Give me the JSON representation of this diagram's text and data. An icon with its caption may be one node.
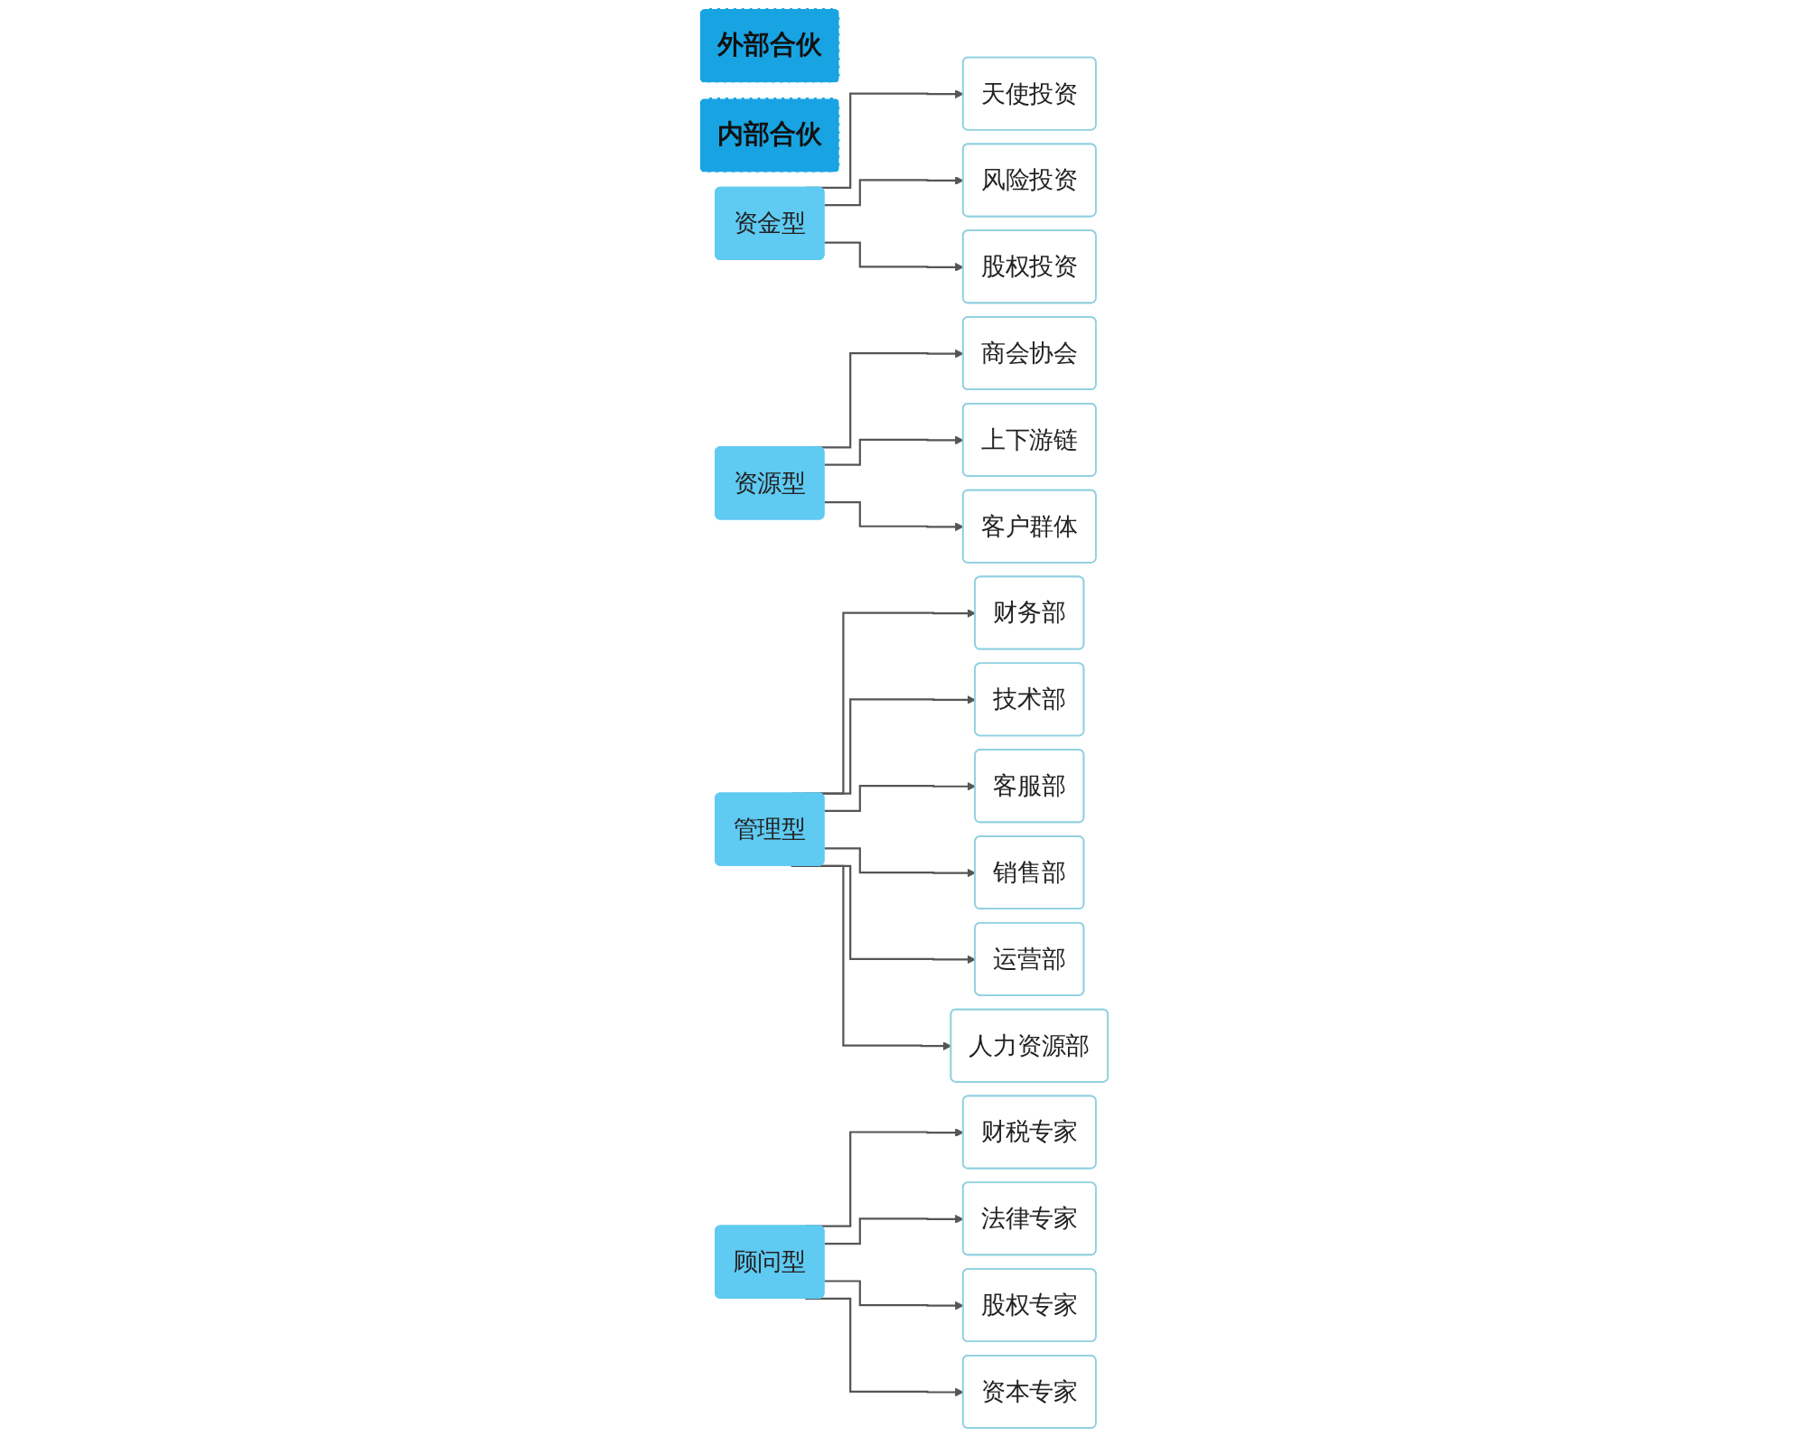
{
  "diagram": {
    "nodes": [
      {
        "text": [
          "外部合伙"
        ]
      },
      {
        "text": [
          "内部合伙"
        ]
      },
      {
        "text": [
          "资金型"
        ]
      },
      {
        "text": [
          "资源型"
        ]
      },
      {
        "text": [
          "管理型"
        ]
      },
      {
        "text": [
          "顾问型"
        ]
      },
      {
        "text": [
          "天使投资"
        ]
      },
      {
        "text": [
          "风险投资"
        ]
      },
      {
        "text": [
          "股权投资"
        ]
      },
      {
        "text": [
          "商会协会"
        ]
      },
      {
        "text": [
          "上下游链"
        ]
      },
      {
        "text": [
          "客户群体"
        ]
      },
      {
        "text": [
          "财税专家"
        ]
      },
      {
        "text": [
          "法律专家"
        ]
      },
      {
        "text": [
          "股权专家"
        ]
      },
      {
        "text": [
          "资本专家"
        ]
      },
      {
        "text": [
          "财务部"
        ]
      },
      {
        "text": [
          "技术部"
        ]
      },
      {
        "text": [
          "客服部"
        ]
      },
      {
        "text": [
          "销售部"
        ]
      },
      {
        "text": [
          "运营部"
        ]
      },
      {
        "text": [
          "人力资源部"
        ]
      }
    ],
    "edges": [
      {
        "from": 2,
        "to": 6,
        "arrow": "to"
      },
      {
        "from": 2,
        "to": 7,
        "arrow": "to"
      },
      {
        "from": 2,
        "to": 8,
        "arrow": "to"
      },
      {
        "from": 3,
        "to": 9,
        "arrow": "to"
      },
      {
        "from": 3,
        "to": 10,
        "arrow": "to"
      },
      {
        "from": 3,
        "to": 11,
        "arrow": "to"
      },
      {
        "from": 4,
        "to": 16,
        "arrow": "to"
      },
      {
        "from": 4,
        "to": 17,
        "arrow": "to"
      },
      {
        "from": 4,
        "to": 18,
        "arrow": "to"
      },
      {
        "from": 4,
        "to": 19,
        "arrow": "to"
      },
      {
        "from": 4,
        "to": 20,
        "arrow": "to"
      },
      {
        "from": 4,
        "to": 21,
        "arrow": "to"
      },
      {
        "from": 5,
        "to": 12,
        "arrow": "to"
      },
      {
        "from": 5,
        "to": 13,
        "arrow": "to"
      },
      {
        "from": 5,
        "to": 14,
        "arrow": "to"
      },
      {
        "from": 5,
        "to": 15,
        "arrow": "to"
      }
    ]
  }
}
